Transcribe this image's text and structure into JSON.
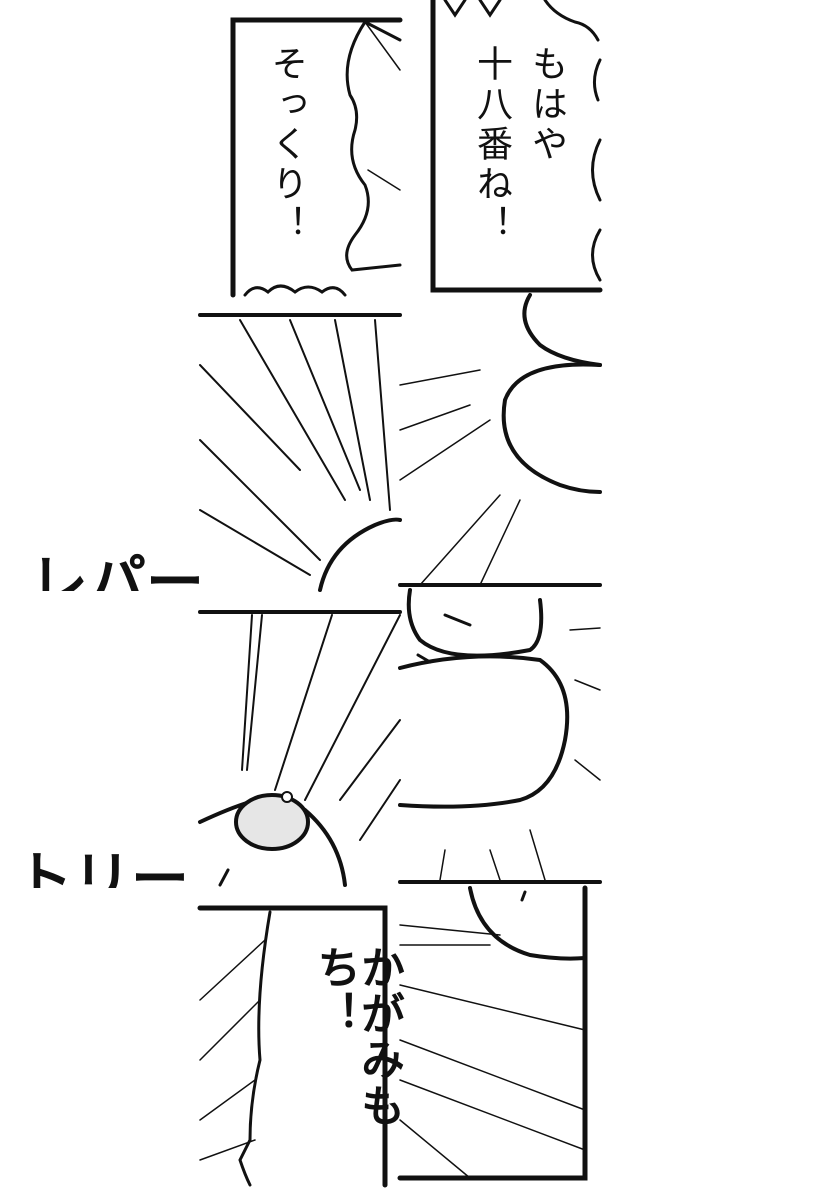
{
  "panels": {
    "top_left_caption": "そっくり！",
    "top_right_caption_line1": "もはや",
    "top_right_caption_line2": "十八番ね！",
    "bottom_caption": "かがみもち！"
  },
  "side_text": {
    "upper": "レパー",
    "lower": "トリー"
  },
  "colors": {
    "ink": "#111111",
    "paper": "#ffffff"
  }
}
